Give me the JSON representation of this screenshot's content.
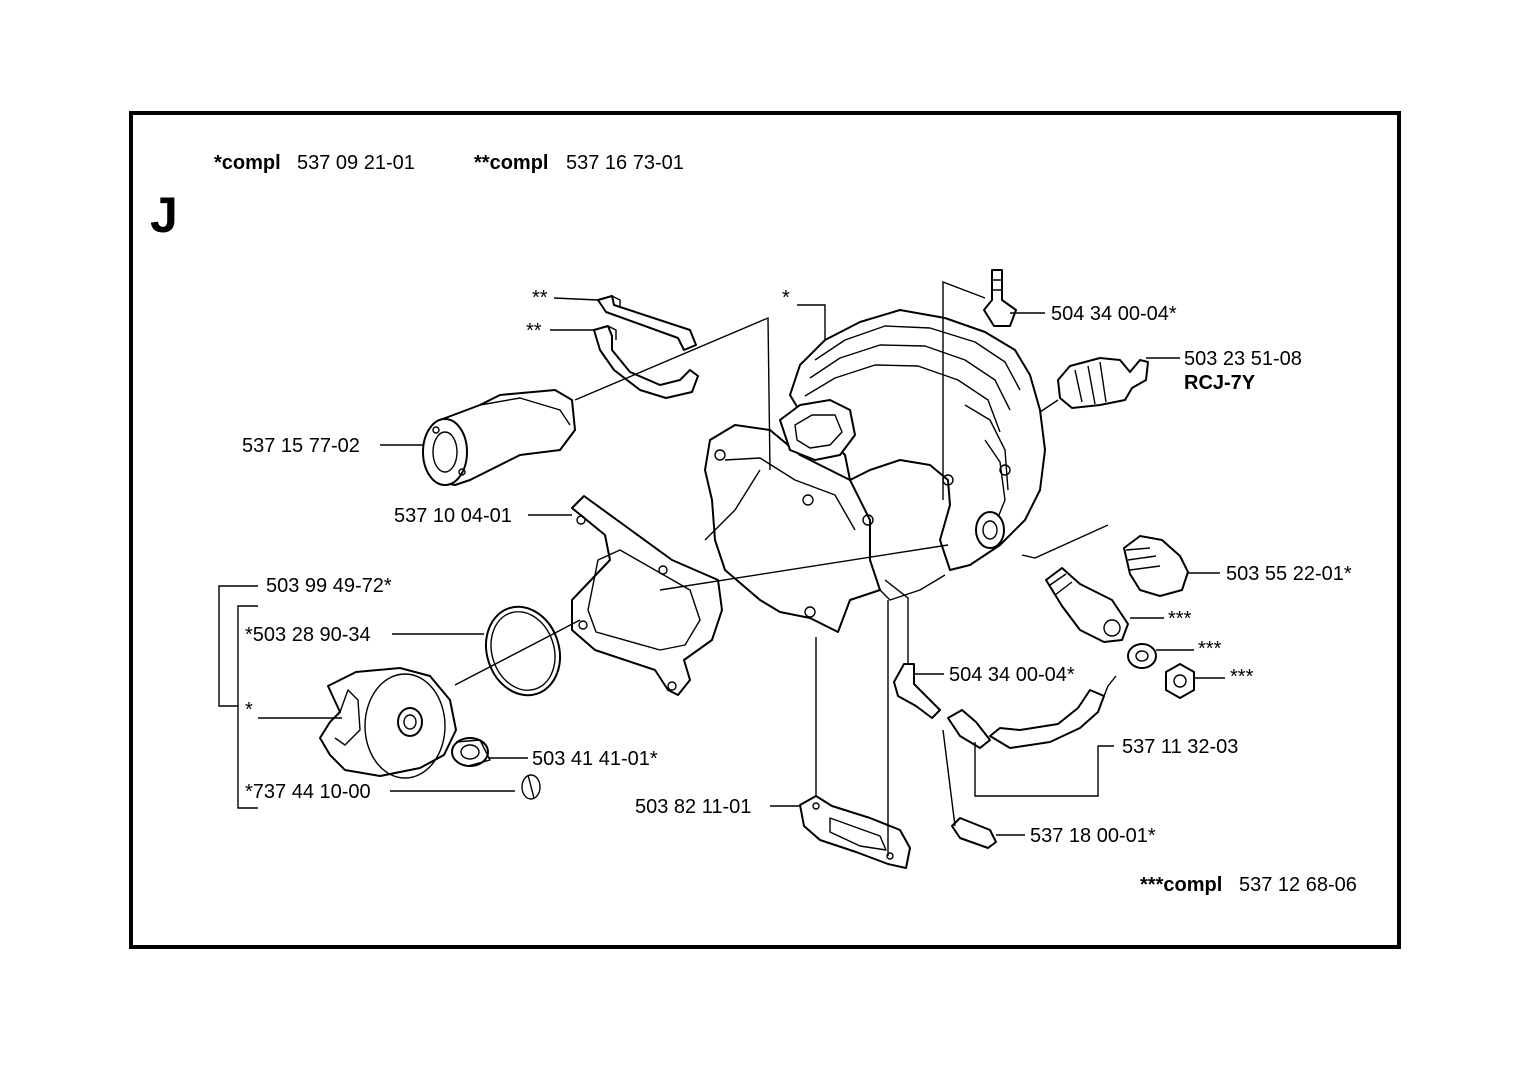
{
  "section_letter": "J",
  "kits": [
    {
      "prefix": "*compl",
      "number": "537 09 21-01"
    },
    {
      "prefix": "**compl",
      "number": "537 16 73-01"
    },
    {
      "prefix": "***compl",
      "number": "537 12 68-06"
    }
  ],
  "callouts": {
    "star2_top": "**",
    "star2_mid": "**",
    "star1_cyl": "*",
    "nipple_top": "504 34 00-04*",
    "spark_plug": "503 23 51-08",
    "spark_plug_type": "RCJ-7Y",
    "intake": "537 15 77-02",
    "gasket": "537 10 04-01",
    "piston_kit": "503 99 49-72*",
    "ring": "*503 28 90-34",
    "piston": "*",
    "pin": "*737 44 10-00",
    "bearing": "503 41 41-01*",
    "plug": "503 55 22-01*",
    "star3_a": "***",
    "star3_b": "***",
    "star3_c": "***",
    "nipple_bottom": "504 34 00-04*",
    "hose": "537 11 32-03",
    "flange_gasket": "503 82 11-01",
    "filter": "537 18 00-01*"
  }
}
